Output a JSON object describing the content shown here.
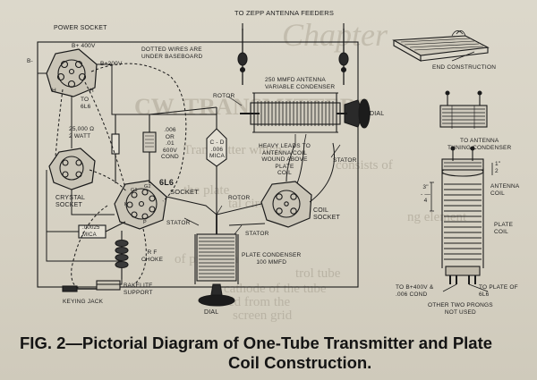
{
  "labels": {
    "zepp_feeders": "TO ZEPP ANTENNA FEEDERS",
    "power_socket": "POWER SOCKET",
    "b_plus_400": "B+ 400V",
    "b_plus_200": "B+200V",
    "b_minus": "B-",
    "dotted_wires": "DOTTED WIRES ARE\nUNDER BASEBOARD",
    "to_6l6": "TO\n6L6",
    "h": "H",
    "antenna_condenser": "250 MMFD ANTENNA\nVARIABLE CONDENSER",
    "end_construction": "END CONSTRUCTION",
    "dial": "DIAL",
    "rotor": "ROTOR",
    "resistor": "25,000 Ω\n2 WATT",
    "cond_006": ".006\nOR\n.01\n600V\nCOND",
    "cd_mica": "C - D\n.006\nMICA",
    "heavy_leads": "HEAVY LEADS TO\nANTENNA COIL\nWOUND ABOVE\nPLATE\nCOIL",
    "stator": "STATOR",
    "crystal_socket": "CRYSTAL\nSOCKET",
    "tube_6l6": "6L6",
    "socket": "SOCKET",
    "coil_socket": "COIL\nSOCKET",
    "mica_00025": ".00025\nMICA",
    "rf_choke": "R F\nCHOKE",
    "plate_condenser": "PLATE CONDENSER\n100 MMFD",
    "bakelite_support": "BAKELITE\nSUPPORT",
    "keying_jack": "KEYING JACK",
    "to_antenna_tuning": "TO ANTENNA\nTUNING CONDENSER",
    "antenna_coil": "ANTENNA\nCOIL",
    "plate_coil": "PLATE\nCOIL",
    "coil_spacing": "3\"\n- —\n4",
    "coil_spacing_right": "1\"\n2",
    "to_b400": "TO B+400V &\n.006 COND",
    "to_plate": "TO PLATE OF\n6L6",
    "other_prongs": "OTHER TWO PRONGS\nNOT USED",
    "g1": "G1",
    "g2": "G2",
    "k": "K",
    "p": "P"
  },
  "caption": {
    "line1": "FIG. 2—Pictorial Diagram of One-Tube Transmitter and Plate",
    "line2": "Coil Construction."
  },
  "background": {
    "chapter": "Chapter",
    "heading": "CW. TRANSMITTERS",
    "lines": [
      "Transmitter which",
      "consists of",
      "the plate",
      "tal circuit",
      "ng element",
      "of precision",
      "trol tube",
      "cathode of the tube",
      "ed from the",
      "screen grid"
    ]
  }
}
